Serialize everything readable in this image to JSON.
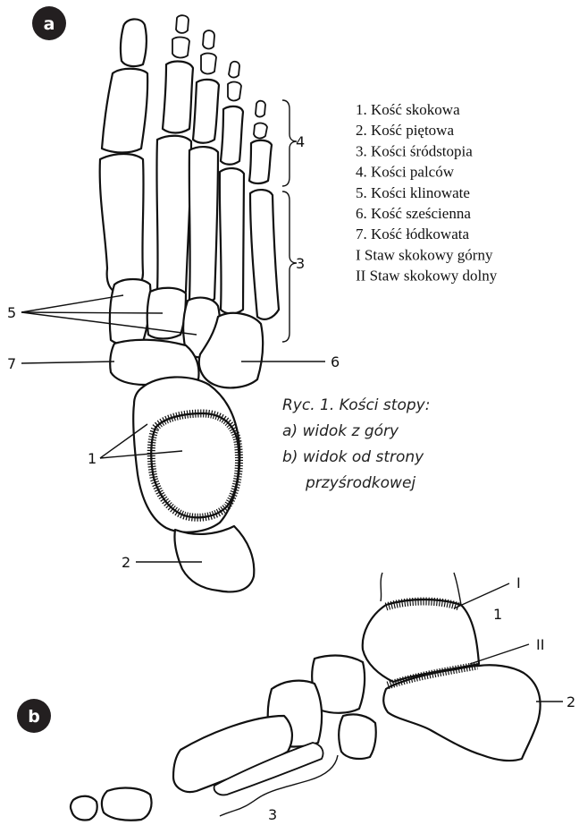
{
  "panels": {
    "a_label": "a",
    "b_label": "b"
  },
  "legend": [
    "1. Kość skokowa",
    "2. Kość piętowa",
    "3. Kości śródstopia",
    "4. Kości palców",
    "5. Kości klinowate",
    "6. Kość sześcienna",
    "7. Kość łódkowata",
    "I Staw skokowy górny",
    "II Staw skokowy dolny"
  ],
  "caption": [
    "Ryc. 1. Kości stopy:",
    "a) widok z góry",
    "b) widok od strony",
    "przyśrodkowej"
  ],
  "callouts_a": {
    "metatarsals": "3",
    "phalanges": "4",
    "cuneiforms": "5",
    "cuboid": "6",
    "navicular": "7",
    "talus": "1",
    "calcaneus": "2"
  },
  "callouts_b": {
    "upper_ankle_joint": "I",
    "talus": "1",
    "lower_ankle_joint": "II",
    "calcaneus": "2",
    "metatarsals": "3"
  },
  "colors": {
    "badge": "#231f20",
    "ink": "#111111"
  }
}
